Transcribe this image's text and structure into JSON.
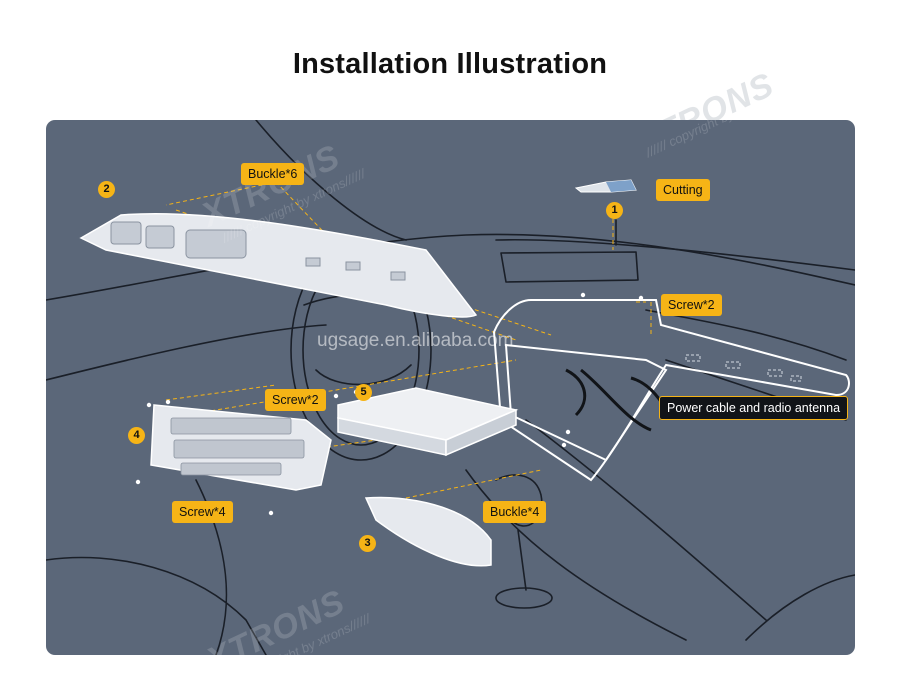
{
  "title": "Installation Illustration",
  "labels": {
    "buckle6": "Buckle*6",
    "cutting": "Cutting",
    "screw2_top": "Screw*2",
    "screw2_left": "Screw*2",
    "power": "Power cable and radio antenna",
    "screw4": "Screw*4",
    "buckle4": "Buckle*4"
  },
  "steps": {
    "s1": "1",
    "s2": "2",
    "s3": "3",
    "s4": "4",
    "s5": "5"
  },
  "watermarks": {
    "brand": "XTRONS",
    "sub": "////// copyright by xtrons//////",
    "center": "ugsage.en.alibaba.com"
  },
  "colors": {
    "panel": "#5b6779",
    "accent": "#f6b416",
    "line": "#ffffff"
  }
}
